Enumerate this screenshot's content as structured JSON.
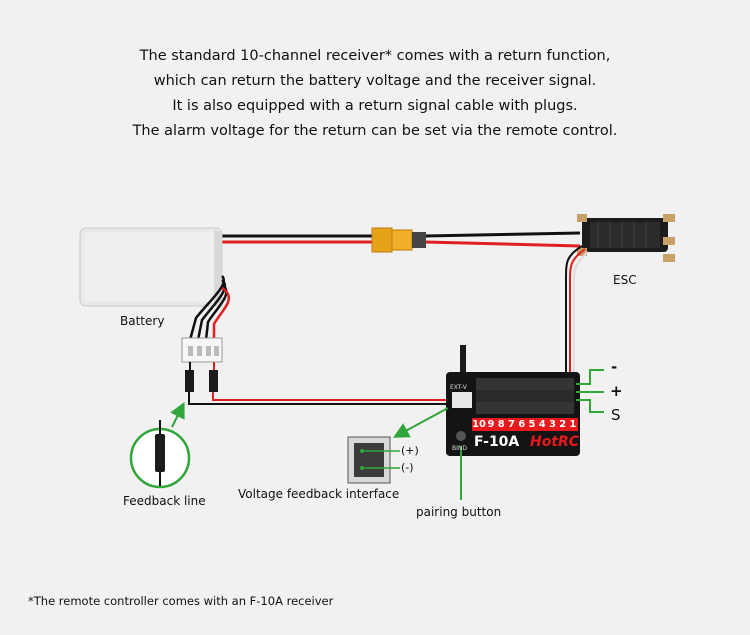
{
  "intro_lines": [
    "The standard 10-channel receiver* comes with a return function,",
    "which can return the battery voltage and the receiver signal.",
    "It is also equipped with a return signal cable with plugs.",
    "The alarm voltage for the return can be set via the remote control."
  ],
  "labels": {
    "battery": "Battery",
    "esc": "ESC",
    "feedback_line": "Feedback line",
    "voltage_interface": "Voltage feedback interface",
    "pairing_button": "pairing button",
    "minus": "-",
    "plus": "+",
    "signal": "S",
    "pin_plus": "(+)",
    "pin_minus": "(-)"
  },
  "receiver": {
    "model": "F-10A",
    "brand": "HotRC",
    "bind_label": "BIND",
    "ext_label": "EXT-V",
    "channels": [
      "10",
      "9",
      "8",
      "7",
      "6",
      "5",
      "4",
      "3",
      "2",
      "1"
    ]
  },
  "footnote": "*The remote controller comes with an F-10A receiver",
  "colors": {
    "accent_green": "#2fa53a",
    "wire_red": "#e02020",
    "channel_red": "#e8191c"
  }
}
